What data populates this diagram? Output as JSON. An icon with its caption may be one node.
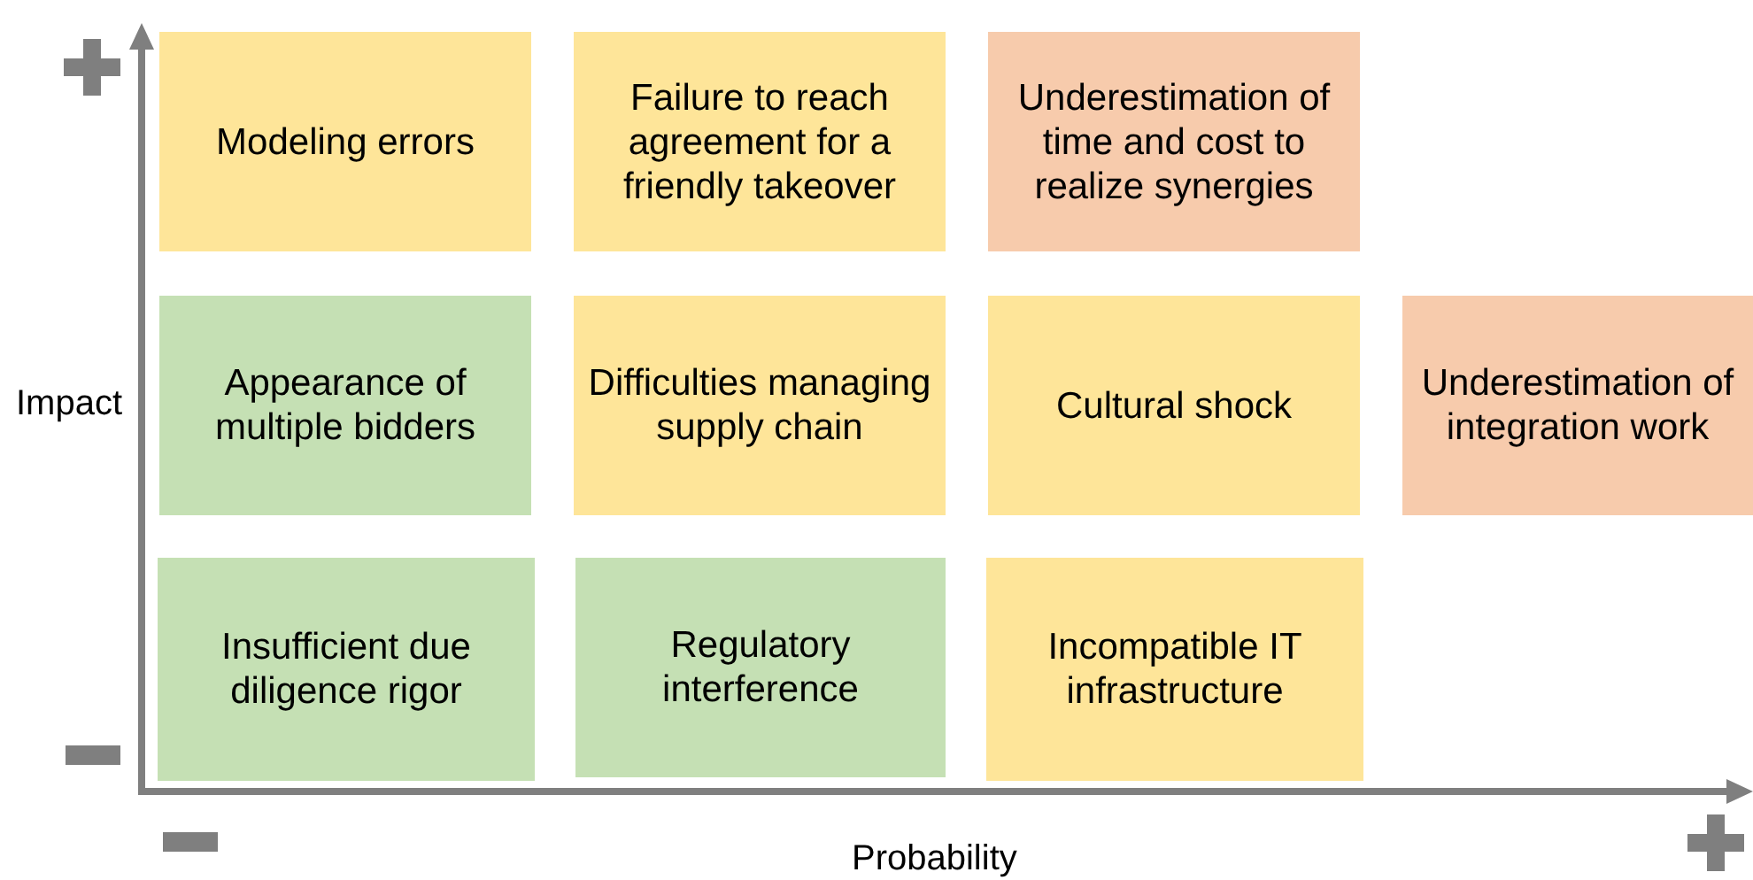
{
  "diagram": {
    "nodes": [
      {
        "text": [
          "Modeling errors"
        ]
      },
      {
        "text": [
          "Failure to reach agreement for a friendly takeover"
        ]
      },
      {
        "text": [
          "Underestimation of time and cost to realize synergies"
        ]
      },
      {
        "text": [
          "Appearance of multiple bidders"
        ]
      },
      {
        "text": [
          "Difficulties managing supply chain"
        ]
      },
      {
        "text": [
          "Cultural shock"
        ]
      },
      {
        "text": [
          "Underestimation of integration work"
        ]
      },
      {
        "text": [
          "Insufficient due diligence rigor"
        ]
      },
      {
        "text": [
          "Regulatory interference"
        ]
      },
      {
        "text": [
          "Incompatible IT infrastructure"
        ]
      }
    ],
    "labels": [
      "Impact",
      "Probability"
    ]
  }
}
